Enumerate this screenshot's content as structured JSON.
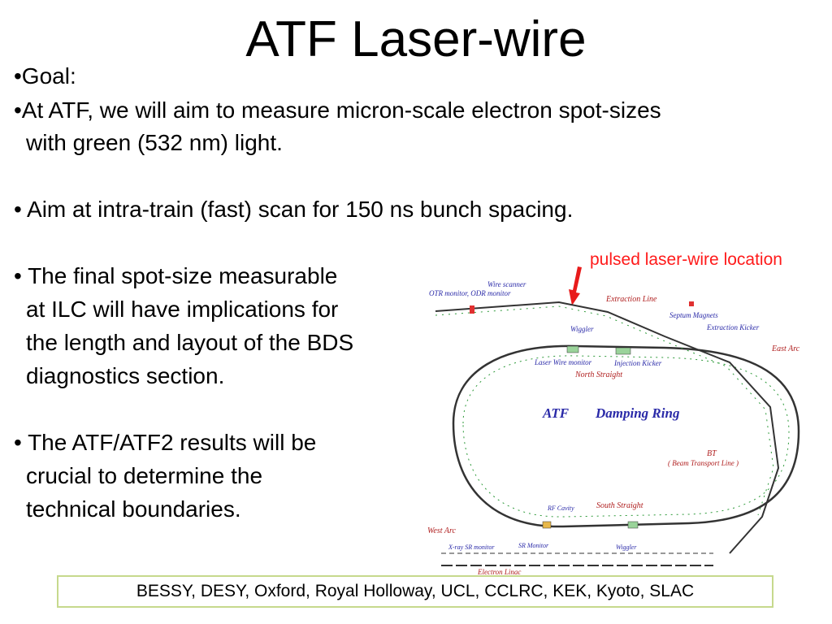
{
  "title": "ATF Laser-wire",
  "bullets": {
    "goal": "•Goal:",
    "atf_line1": "•At ATF, we will aim to measure micron-scale electron spot-sizes",
    "atf_line2": "with green (532 nm) light.",
    "aim": "• Aim at intra-train (fast) scan for 150 ns bunch spacing.",
    "final_line1": "• The final spot-size measurable",
    "final_line2": "at ILC will have implications for",
    "final_line3": "the length and layout of the BDS",
    "final_line4": "diagnostics section.",
    "results_line1": "• The ATF/ATF2 results will be",
    "results_line2": "crucial to determine the",
    "results_line3": "technical boundaries."
  },
  "annotation": {
    "text": "pulsed laser-wire location",
    "color": "#ff1a1a"
  },
  "diagram": {
    "ring_title": "ATF",
    "ring_subtitle": "Damping Ring",
    "labels": {
      "wire_scanner": "Wire scanner",
      "otr_monitor": "OTR monitor, ODR monitor",
      "extraction_line": "Extraction Line",
      "septum_magnets": "Septum Magnets",
      "extraction_kicker": "Extraction Kicker",
      "wiggler_top": "Wiggler",
      "east_arc": "East Arc",
      "laser_wire_monitor": "Laser Wire monitor",
      "injection_kicker": "Injection  Kicker",
      "north_straight": "North Straight",
      "bt_title": "BT",
      "bt_sub": "( Beam  Transport Line )",
      "rf_cavity": "RF Cavity",
      "south_straight": "South Straight",
      "west_arc": "West Arc",
      "xray_monitor": "X-ray SR monitor",
      "sr_monitor": "SR Monitor",
      "wiggler_bottom": "Wiggler",
      "electron_linac": "Electron Linac"
    },
    "colors": {
      "text_blue": "#2a2aa8",
      "text_red": "#b02020",
      "ring": "#333333",
      "magnet_green": "#2e9a3a"
    }
  },
  "footer": "BESSY, DESY, Oxford, Royal Holloway, UCL, CCLRC, KEK, Kyoto, SLAC"
}
